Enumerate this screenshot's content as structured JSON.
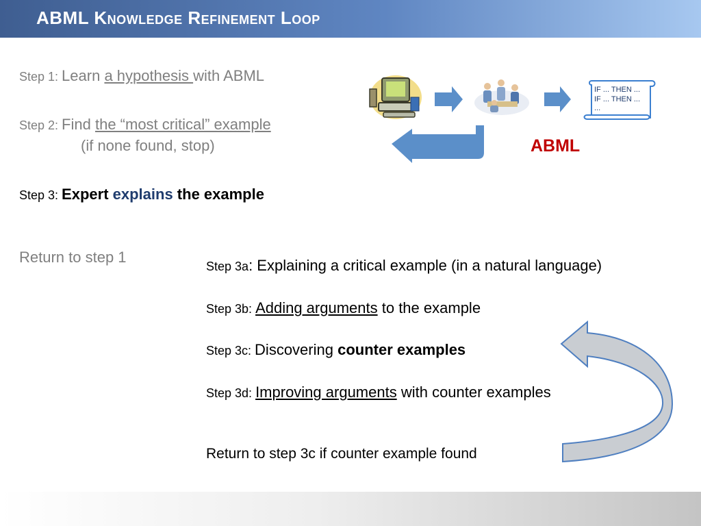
{
  "title": "ABML Knowledge Refinement Loop",
  "steps": {
    "s1": {
      "label": "Step 1: ",
      "pre": "Learn ",
      "link": "a hypothesis ",
      "post": "with ABML"
    },
    "s2": {
      "label": "Step 2: ",
      "pre": "Find ",
      "link": "the “most critical” example",
      "note": "(if none found, stop)"
    },
    "s3": {
      "label": "Step 3: ",
      "w1": "Expert ",
      "w2": "explains",
      "w3": " the example"
    },
    "ret": "Return to step 1"
  },
  "substeps": {
    "a": {
      "label": "Step 3a",
      "colon": ": ",
      "text": "Explaining a critical example (in a natural language)"
    },
    "b": {
      "label": "Step 3b: ",
      "link": "Adding arguments",
      "text": " to the example"
    },
    "c": {
      "label": "Step 3c: ",
      "pre": "Discovering ",
      "bold": "counter examples"
    },
    "d": {
      "label": "Step 3d: ",
      "link": "Improving arguments",
      "text": " with counter examples"
    },
    "ret": "Return to step 3c if counter example found"
  },
  "diagram": {
    "abml_label": "ABML",
    "rules": [
      "IF ... THEN ...",
      "IF ... THEN ...",
      "..."
    ],
    "icons": [
      "computer-icon",
      "experts-icon",
      "rules-scroll-icon"
    ],
    "arrow_color": "#5b8fc9"
  }
}
